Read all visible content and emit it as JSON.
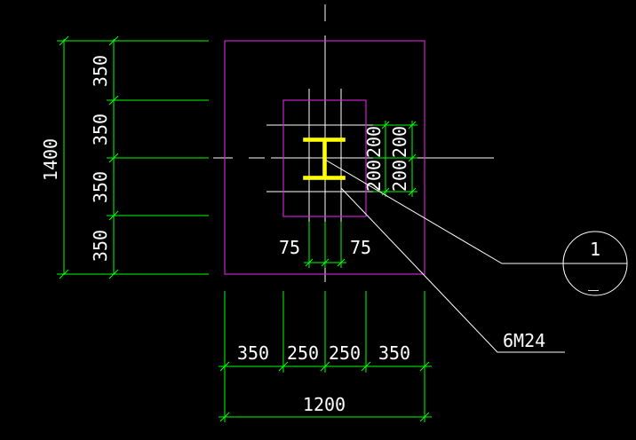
{
  "colors": {
    "background": "#000000",
    "dimension": "#00ff00",
    "outline": "#cc22cc",
    "centerline": "#ffffff",
    "column": "#ffff00",
    "text": "#ffffff"
  },
  "dimensions": {
    "left_segments": [
      "350",
      "350",
      "350",
      "350"
    ],
    "left_total": "1400",
    "bottom_segments": [
      "350",
      "250",
      "250",
      "350"
    ],
    "bottom_total": "1200",
    "bolt_spacing_x_left": "75",
    "bolt_spacing_x_right": "75",
    "bolt_spacing_y_top": "200",
    "bolt_spacing_y_bottom": "200"
  },
  "annotations": {
    "anchor_bolts": "6M24",
    "section_number": "1",
    "section_sub": "_"
  }
}
